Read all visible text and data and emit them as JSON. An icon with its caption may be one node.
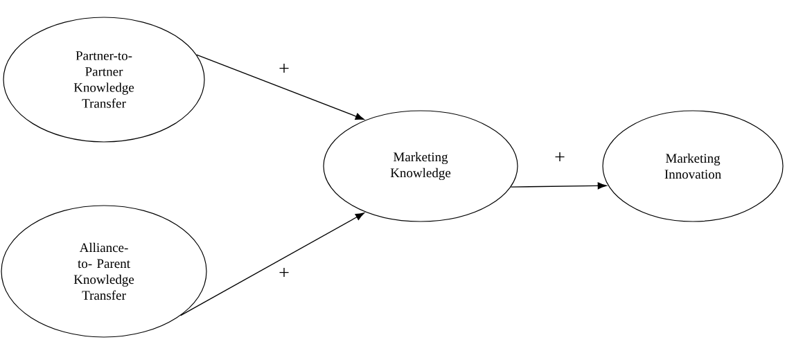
{
  "diagram": {
    "nodes": [
      {
        "text": [
          "Partner-to- Partner Knowledge Transfer"
        ]
      },
      {
        "text": [
          "Alliance-to- Parent Knowledge Transfer"
        ]
      },
      {
        "text": [
          "Marketing Knowledge"
        ]
      },
      {
        "text": [
          "Marketing Innovation"
        ]
      }
    ],
    "edges": [
      {
        "from": 0,
        "to": 2,
        "arrow": "to",
        "label": "+"
      },
      {
        "from": 1,
        "to": 2,
        "arrow": "to",
        "label": "+"
      },
      {
        "from": 2,
        "to": 3,
        "arrow": "to",
        "label": "+"
      }
    ]
  }
}
